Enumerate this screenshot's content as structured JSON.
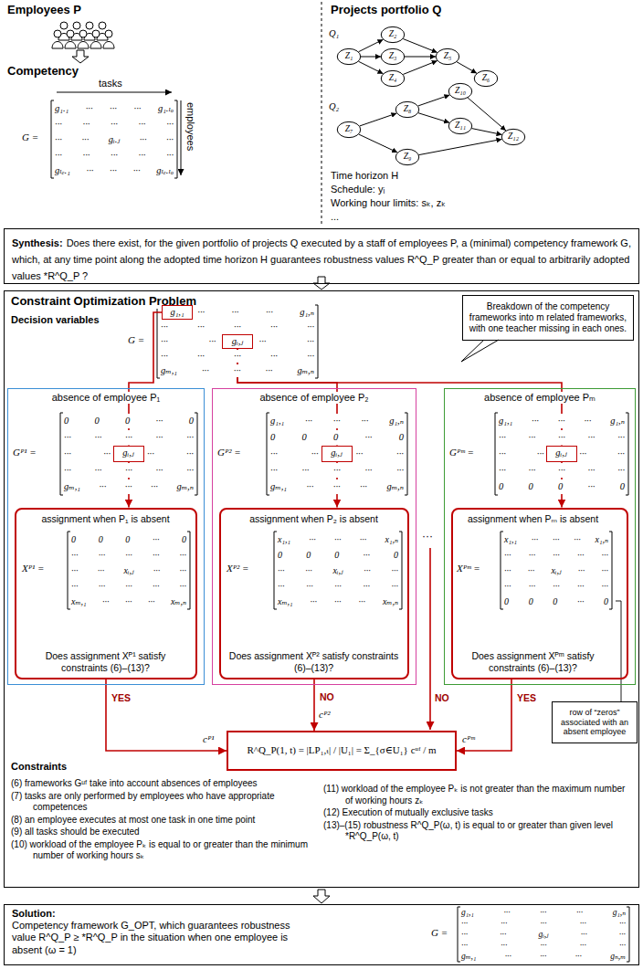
{
  "diagram": {
    "nodes": [
      {
        "text": [
          "Z₁"
        ]
      },
      {
        "text": [
          "Z₂"
        ]
      },
      {
        "text": [
          "Z₃"
        ]
      },
      {
        "text": [
          "Z₄"
        ]
      },
      {
        "text": [
          "Z₅"
        ]
      },
      {
        "text": [
          "Z₆"
        ]
      },
      {
        "text": [
          "Z₇"
        ]
      },
      {
        "text": [
          "Z₈"
        ]
      },
      {
        "text": [
          "Z₉"
        ]
      },
      {
        "text": [
          "Z₁₀"
        ]
      },
      {
        "text": [
          "Z₁₁"
        ]
      },
      {
        "text": [
          "Z₁₂"
        ]
      },
      {
        "text": [
          "Synthesis:",
          "Does there exist, for the given portfolio of projects Q executed by a staff of employees P, a (minimal) competency framework G, which, at any time point along the adopted time horizon H guarantees robustness values R^Q_P greater than or equal to arbitrarily adopted values *R^Q_P ?"
        ]
      },
      {
        "text": [
          "Constraint Optimization Problem"
        ]
      },
      {
        "text": [
          "g₁,₁"
        ],
        "in": 13
      },
      {
        "text": [
          "gᵢ,ⱼ"
        ],
        "in": 13
      },
      {
        "text": [
          "Breakdown of the competency frameworks into m related frameworks, with one teacher missing in each ones."
        ],
        "in": 13
      },
      {
        "text": [
          "absence of employee P₁"
        ],
        "in": 13
      },
      {
        "text": [
          "gᵢ,ⱼ"
        ],
        "in": 17
      },
      {
        "text": [
          "assignment when P₁ is absent",
          "Does assignment Xᴾ¹ satisfy constraints (6)–(13)?"
        ],
        "in": 17
      },
      {
        "text": [
          "absence of employee P₂"
        ],
        "in": 13
      },
      {
        "text": [
          "gᵢ,ⱼ"
        ],
        "in": 20
      },
      {
        "text": [
          "assignment when P₂ is absent",
          "Does assignment Xᴾ² satisfy constraints (6)–(13)?"
        ],
        "in": 20
      },
      {
        "text": [
          "absence of employee Pₘ"
        ],
        "in": 13
      },
      {
        "text": [
          "gᵢ,ⱼ"
        ],
        "in": 23
      },
      {
        "text": [
          "assignment when Pₘ is absent",
          "Does assignment Xᴾᵐ satisfy constraints (6)–(13)?"
        ],
        "in": 23
      },
      {
        "text": [
          "R^Q_P(1, t) = |LP₁,ₜ| / |U₁| = Σ_{σ∈U₁} cᵘᶠ / m"
        ],
        "in": 13
      },
      {
        "text": [
          "row of “zeros” associated with an absent employee"
        ],
        "in": 13
      },
      {
        "text": [
          "Solution:",
          "Competency framework G_OPT, which guarantees robustness value R^Q_P ≥ *R^Q_P in the situation when one employee is absent (ω = 1)"
        ]
      }
    ],
    "edges": [
      {
        "from": 0,
        "to": 1,
        "arrow": "to"
      },
      {
        "from": 0,
        "to": 2,
        "arrow": "to"
      },
      {
        "from": 0,
        "to": 3,
        "arrow": "to"
      },
      {
        "from": 1,
        "to": 4,
        "arrow": "to"
      },
      {
        "from": 2,
        "to": 4,
        "arrow": "to"
      },
      {
        "from": 3,
        "to": 4,
        "arrow": "to"
      },
      {
        "from": 4,
        "to": 5,
        "arrow": "to"
      },
      {
        "from": 6,
        "to": 7,
        "arrow": "to"
      },
      {
        "from": 6,
        "to": 8,
        "arrow": "to"
      },
      {
        "from": 7,
        "to": 9,
        "arrow": "to"
      },
      {
        "from": 7,
        "to": 10,
        "arrow": "to"
      },
      {
        "from": 9,
        "to": 11,
        "arrow": "to"
      },
      {
        "from": 10,
        "to": 11,
        "arrow": "to"
      },
      {
        "from": 8,
        "to": 11,
        "arrow": "to"
      },
      {
        "from": 14,
        "to": 18,
        "arrow": "to"
      },
      {
        "from": 15,
        "to": 21,
        "arrow": "to"
      },
      {
        "from": 15,
        "to": 24,
        "arrow": "to"
      },
      {
        "from": 18,
        "to": 19,
        "arrow": "to"
      },
      {
        "from": 21,
        "to": 22,
        "arrow": "to"
      },
      {
        "from": 24,
        "to": 25,
        "arrow": "to"
      },
      {
        "from": 19,
        "to": 26,
        "label": "YES",
        "arrow": "to"
      },
      {
        "from": 22,
        "to": 26,
        "label": "NO",
        "arrow": "to"
      },
      {
        "from": 25,
        "to": 26,
        "label": "YES",
        "arrow": "to"
      }
    ],
    "labels": [
      "Employees P",
      "Competency",
      "tasks",
      "employees",
      "G =",
      "g₁.₁ ··· ··· ··· g₁.ₗₒ",
      "··· ··· ··· ··· ···",
      "··· ··· gᵢ.ⱼ ··· ···",
      "··· ··· ··· ··· ···",
      "gₗₑ.₁ ··· ··· ··· gₗₑ.ₗₒ",
      "Projects portfolio Q",
      "Q₁",
      "Q₂",
      "Time horizon H",
      "Schedule: yᵢ",
      "Working hour limits: sₖ, zₖ",
      "...",
      "Decision variables",
      "G =",
      "··· ··· ··· g₁,ₙ",
      "··· ··· ··· ··· ···",
      "··· ···",
      "··· ···",
      "··· ··· ··· ··· ···",
      "gₘ,₁ ··· ··· ··· gₘ,ₙ",
      "Gᴾ¹ =",
      "0 0 0 ··· 0",
      "··· ··· ··· ··· ···",
      "··· ···",
      "··· ···",
      "··· ··· ··· ··· ···",
      "gₘ,₁ ··· ··· ··· gₘ,ₙ",
      "Xᴾ¹ =",
      "0 0 0 ··· 0",
      "··· ··· ··· ··· ···",
      "··· ··· xᵢ,ⱼ ··· ···",
      "··· ··· ··· ··· ···",
      "xₘ,₁ ··· ··· ··· xₘ,ₙ",
      "Gᴾ² =",
      "g₁,₁ ··· ··· ··· g₁,ₙ",
      "0 0 0 ··· 0",
      "··· ···",
      "··· ···",
      "··· ··· ··· ··· ···",
      "gₘ,₁ ··· ··· ··· gₘ,ₙ",
      "Xᴾ² =",
      "x₁,₁ ··· ··· ··· x₁,ₙ",
      "0 0 0 ··· 0",
      "··· ··· xᵢ,ⱼ ··· ···",
      "··· ··· ··· ··· ···",
      "xₘ,₁ ··· ··· ··· xₘ,ₙ",
      "···",
      "Gᴾᵐ =",
      "g₁,₁ ··· ··· ··· g₁,ₙ",
      "··· ··· ··· ··· ···",
      "··· ···",
      "··· ···",
      "··· ··· ··· ··· ···",
      "0 0 0 ··· 0",
      "Xᴾᵐ =",
      "x₁,₁ ··· ··· ··· x₁,ₙ",
      "··· ··· ··· ··· ···",
      "··· ··· xᵢ,ⱼ ··· ···",
      "··· ··· ··· ··· ···",
      "0 0 0 ··· 0",
      "NO",
      "cᴾ¹",
      "cᴾ²",
      "cᴾᵐ",
      "Constraints",
      "(6) frameworks Gᵘᶠ take into account absences of employees",
      "(7) tasks are only performed by employees who have appropriate competences",
      "(8) an employee executes at most one task in one time point",
      "(9) all tasks should be executed",
      "(10) workload of the employee Pₖ is equal to or greater than the minimum number of working hours sₖ",
      "(11) workload of the employee Pₖ is not greater than the maximum number of working hours zₖ",
      "(12) Execution of mutually exclusive tasks",
      "(13)–(15) robustness R^Q_P(ω, t) is equal to or greater than given level *R^Q_P(ω, t)",
      "G =",
      "g₁,₁ ··· ··· ··· g₁,ₙ",
      "··· ··· ··· ··· ···",
      "··· ··· gᵢ,ⱼ ··· ···",
      "··· ··· ··· ··· ···",
      "gₘ,₁ ··· ··· ··· gₙ,ₘ"
    ]
  }
}
